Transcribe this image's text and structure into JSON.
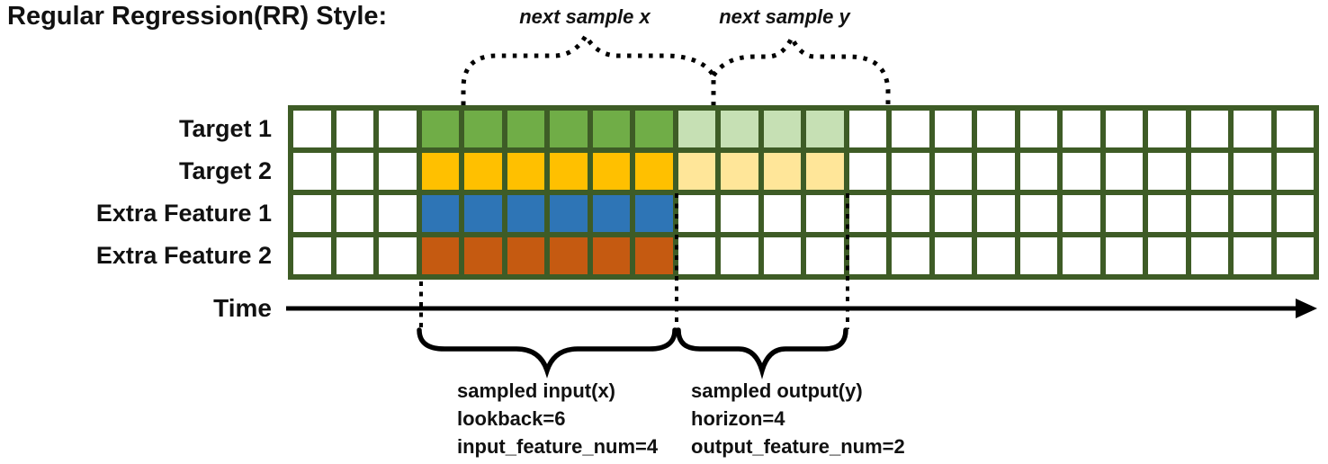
{
  "title": "Regular Regression(RR) Style:",
  "top_annotations": {
    "next_sample_x": "next sample x",
    "next_sample_y": "next sample y"
  },
  "grid": {
    "columns": 24,
    "pre_input_columns": 3,
    "lookback": 6,
    "horizon": 4,
    "border_color": "#3E5C26",
    "empty_cell_color": "#FFFFFF",
    "rows": [
      {
        "label": "Target 1",
        "input_color": "#70AD47",
        "output_color": "#C6E0B4",
        "has_output_cells": true
      },
      {
        "label": "Target 2",
        "input_color": "#FFC000",
        "output_color": "#FFE699",
        "has_output_cells": true
      },
      {
        "label": "Extra Feature 1",
        "input_color": "#2E75B6",
        "output_color": null,
        "has_output_cells": false
      },
      {
        "label": "Extra Feature 2",
        "input_color": "#C55A11",
        "output_color": null,
        "has_output_cells": false
      }
    ]
  },
  "time_axis": {
    "label": "Time"
  },
  "bottom_annotations": {
    "input": [
      "sampled input(x)",
      "lookback=6",
      "input_feature_num=4"
    ],
    "output": [
      "sampled output(y)",
      "horizon=4",
      "output_feature_num=2"
    ]
  },
  "line_color": "#000000"
}
